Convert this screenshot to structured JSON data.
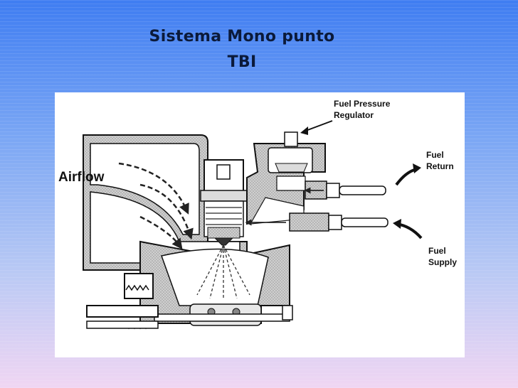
{
  "slide": {
    "title_line1": "Sistema Mono punto",
    "title_line2": "TBI"
  },
  "diagram": {
    "labels": {
      "airflow": "Airflow",
      "regulator_line1": "Fuel Pressure",
      "regulator_line2": "Regulator",
      "return_line1": "Fuel",
      "return_line2": "Return",
      "supply_line1": "Fuel",
      "supply_line2": "Supply"
    }
  }
}
